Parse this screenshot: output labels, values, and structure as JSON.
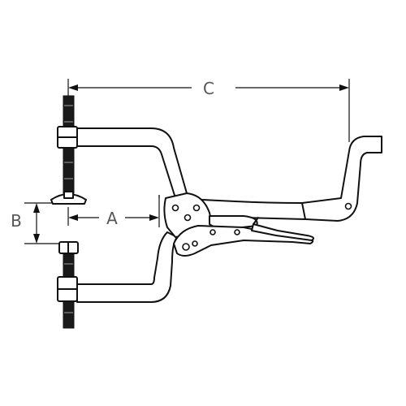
{
  "dimensions": {
    "a": "A",
    "b": "B",
    "c": "C"
  },
  "colors": {
    "stroke": "#111111",
    "label": "#555555",
    "background": "#ffffff"
  }
}
